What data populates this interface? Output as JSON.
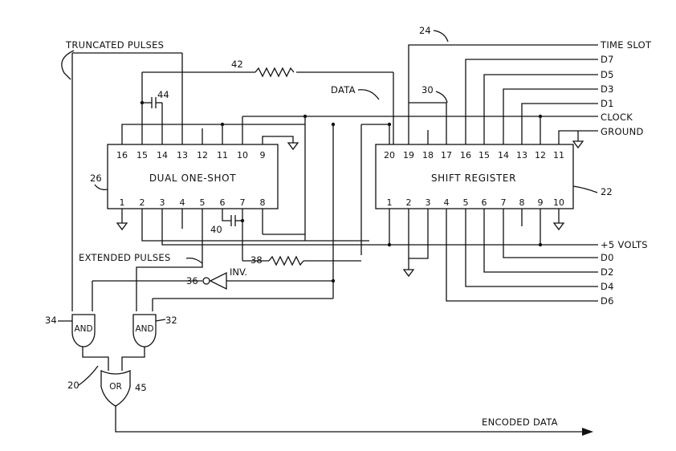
{
  "diagram": {
    "labels": {
      "truncated_pulses": "TRUNCATED PULSES",
      "extended_pulses": "EXTENDED PULSES",
      "data": "DATA",
      "time_slot": "TIME SLOT",
      "clock": "CLOCK",
      "ground": "GROUND",
      "plus5v": "+5 VOLTS",
      "encoded_data": "ENCODED DATA",
      "inverter": "INV.",
      "d7": "D7",
      "d5": "D5",
      "d3": "D3",
      "d1": "D1",
      "d0": "D0",
      "d2": "D2",
      "d4": "D4",
      "d6": "D6"
    },
    "refs": {
      "r24": "24",
      "r42": "42",
      "r44": "44",
      "r30": "30",
      "r26": "26",
      "r22": "22",
      "r40": "40",
      "r38": "38",
      "r36": "36",
      "r34": "34",
      "r32": "32",
      "r20": "20",
      "r45": "45"
    },
    "chips": {
      "one_shot": {
        "title": "DUAL ONE-SHOT",
        "top_pins": [
          "16",
          "15",
          "14",
          "13",
          "12",
          "11",
          "10",
          "9"
        ],
        "bottom_pins": [
          "1",
          "2",
          "3",
          "4",
          "5",
          "6",
          "7",
          "8"
        ]
      },
      "shift_register": {
        "title": "SHIFT REGISTER",
        "top_pins": [
          "20",
          "19",
          "18",
          "17",
          "16",
          "15",
          "14",
          "13",
          "12",
          "11"
        ],
        "bottom_pins": [
          "1",
          "2",
          "3",
          "4",
          "5",
          "6",
          "7",
          "8",
          "9",
          "10"
        ]
      }
    },
    "gates": {
      "and_left": "AND",
      "and_right": "AND",
      "or_gate": "OR"
    }
  }
}
